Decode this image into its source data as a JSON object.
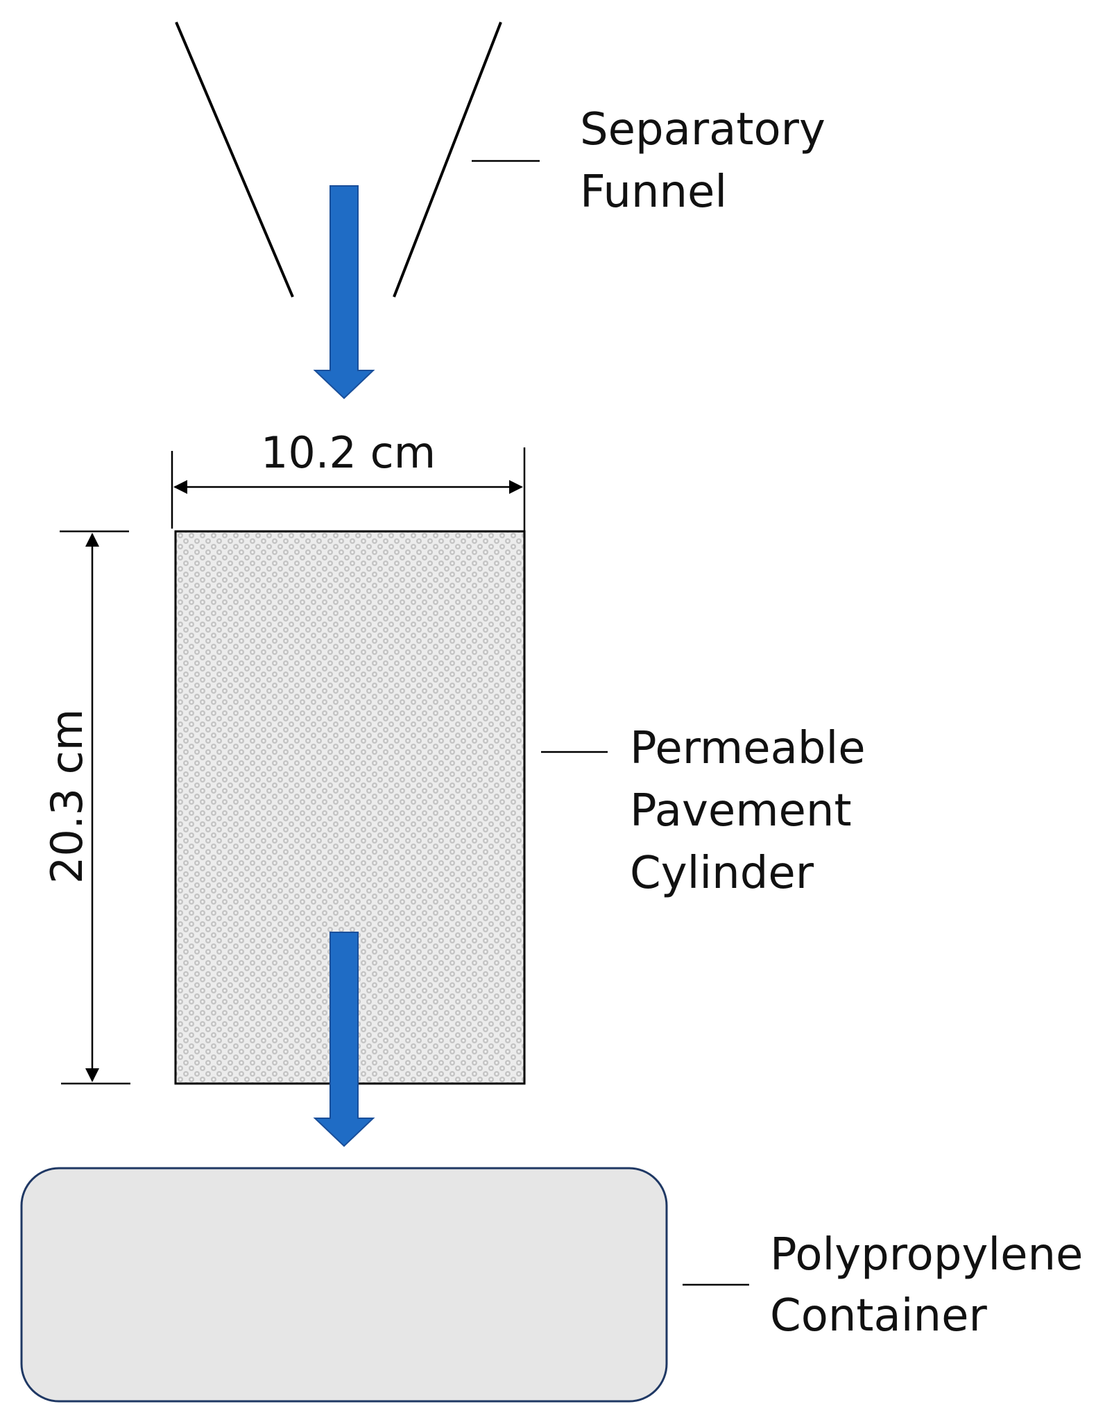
{
  "labels": {
    "funnel": [
      "Separatory",
      "Funnel"
    ],
    "cylinder": [
      "Permeable",
      "Pavement",
      "Cylinder"
    ],
    "container": [
      "Polypropylene",
      "Container"
    ]
  },
  "dimensions": {
    "width": "10.2 cm",
    "height": "20.3 cm"
  },
  "colors": {
    "arrow": "#1F6CC5",
    "arrow_outline": "#1A4F9A",
    "container_fill": "#E6E6E6",
    "container_stroke": "#1F3864",
    "cylinder_fill": "#D9D9D9"
  }
}
